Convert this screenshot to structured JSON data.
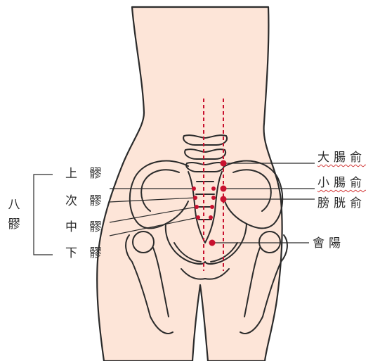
{
  "left_group": {
    "title": "八髎",
    "items": [
      "上 髎",
      "次 髎",
      "中 髎",
      "下 髎"
    ]
  },
  "right_labels": {
    "dachangshu": "大腸俞",
    "xiaochangshu": "小腸俞",
    "pangguangshu": "膀胱俞",
    "huiyang": "會陽"
  },
  "colors": {
    "skin": "#fde5d8",
    "outline": "#2b2b2b",
    "acupoint": "#c8102e",
    "meridian": "#c8102e",
    "squiggle": "#d23a3a"
  }
}
